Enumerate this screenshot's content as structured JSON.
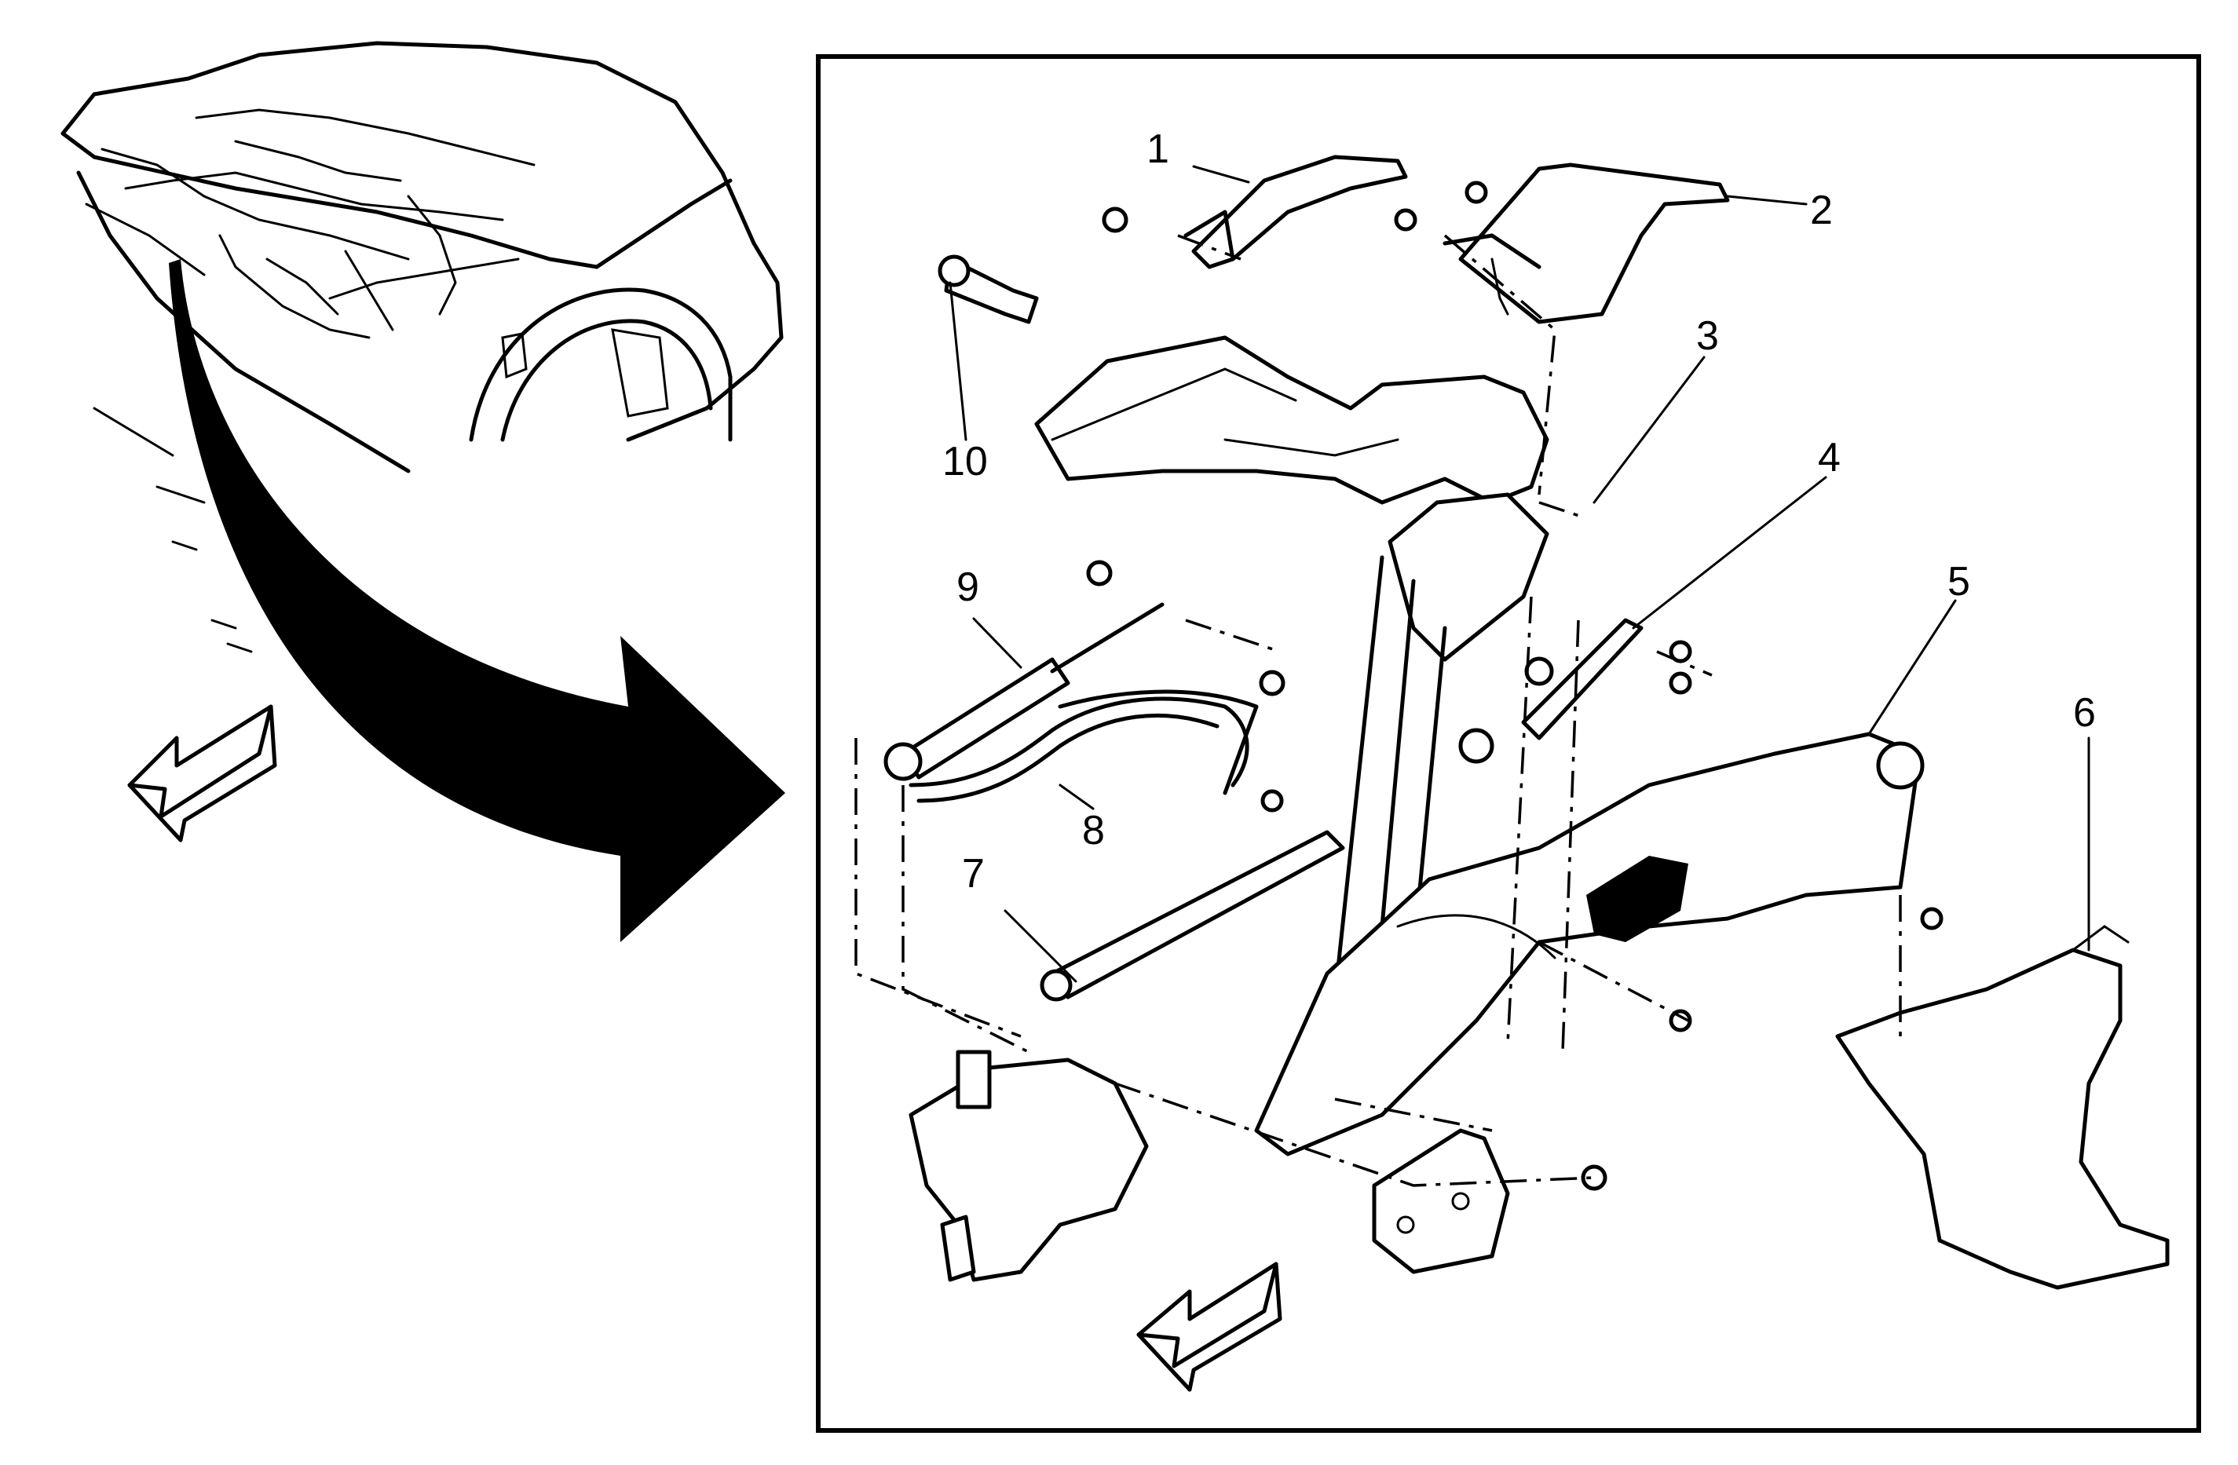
{
  "callouts": [
    {
      "id": "1",
      "label": "1"
    },
    {
      "id": "2",
      "label": "2"
    },
    {
      "id": "3",
      "label": "3"
    },
    {
      "id": "4",
      "label": "4"
    },
    {
      "id": "5",
      "label": "5"
    },
    {
      "id": "6",
      "label": "6"
    },
    {
      "id": "7",
      "label": "7"
    },
    {
      "id": "8",
      "label": "8"
    },
    {
      "id": "9",
      "label": "9"
    },
    {
      "id": "10",
      "label": "10"
    }
  ],
  "icons": {
    "arrow": "curved-arrow-icon",
    "front_left": "front-direction-icon",
    "front_right": "front-direction-icon"
  },
  "colors": {
    "ink": "#000000",
    "paper": "#ffffff"
  }
}
